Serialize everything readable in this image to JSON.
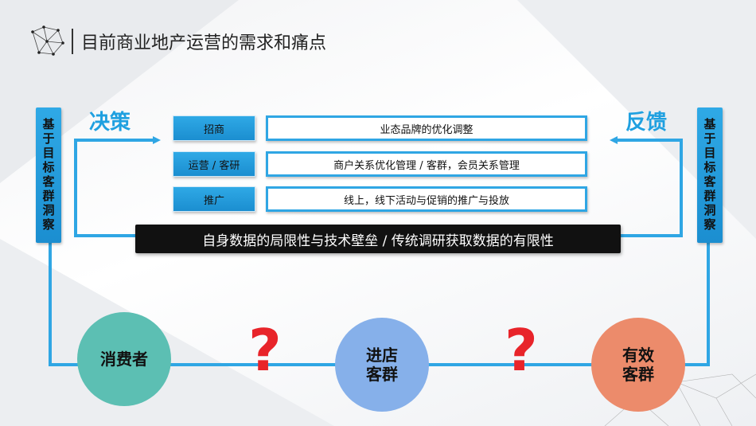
{
  "title": "目前商业地产运营的需求和痛点",
  "left_side": {
    "text": "基于目标客群洞察",
    "color": "#1b8ed0"
  },
  "right_side": {
    "text": "基于目标客群洞察",
    "color": "#1b8ed0"
  },
  "decision_label": "决策",
  "feedback_label": "反馈",
  "rows": [
    {
      "label": "招商",
      "detail": "业态品牌的优化调整"
    },
    {
      "label": "运营 / 客研",
      "detail": "商户关系优化管理 / 客群，会员关系管理"
    },
    {
      "label": "推广",
      "detail": "线上，线下活动与促销的推广与投放"
    }
  ],
  "pain_point": "自身数据的局限性与技术壁垒 / 传统调研获取数据的有限性",
  "circles": [
    {
      "line1": "消费者",
      "line2": "",
      "color": "#5cbfb3"
    },
    {
      "line1": "进店",
      "line2": "客群",
      "color": "#86b0ea"
    },
    {
      "line1": "有效",
      "line2": "客群",
      "color": "#ec8b6b"
    }
  ],
  "question_mark": "?",
  "colors": {
    "accent": "#1fa0e0",
    "question": "#e8242a",
    "bar": "#111111"
  }
}
